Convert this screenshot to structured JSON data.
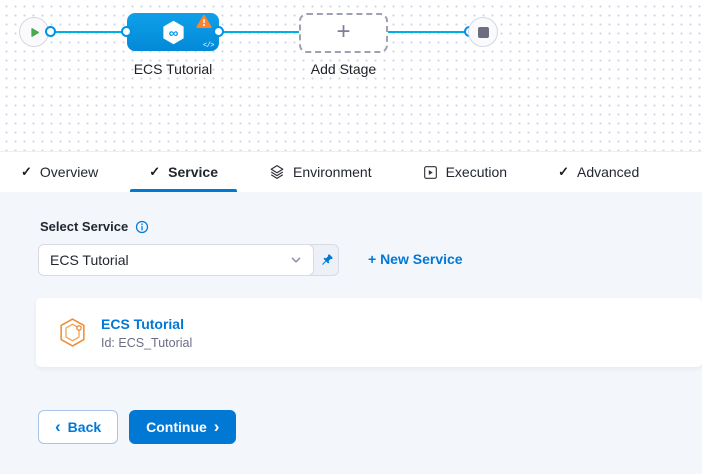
{
  "colors": {
    "primary": "#0278d5",
    "node_blue": "#0092e4",
    "connector_cyan": "#00ade4",
    "warning_orange": "#ff832b",
    "play_green": "#4aa84e",
    "content_bg": "#f3f6fb",
    "service_icon_orange": "#ef8d33"
  },
  "icons": {
    "check": "✓",
    "plus": "+",
    "infinity": "∞",
    "code": "</>",
    "back_chevron": "‹",
    "continue_chevron": "›"
  },
  "pipeline": {
    "stage_label": "ECS Tutorial",
    "add_stage_label": "Add Stage"
  },
  "tabs": [
    {
      "label": "Overview"
    },
    {
      "label": "Service"
    },
    {
      "label": "Environment"
    },
    {
      "label": "Execution"
    },
    {
      "label": "Advanced"
    }
  ],
  "service_form": {
    "label": "Select Service",
    "selected_service": "ECS Tutorial",
    "new_service_label": "+ New Service",
    "card": {
      "title": "ECS Tutorial",
      "id": "Id: ECS_Tutorial"
    }
  },
  "footer": {
    "back": "Back",
    "continue": "Continue"
  }
}
